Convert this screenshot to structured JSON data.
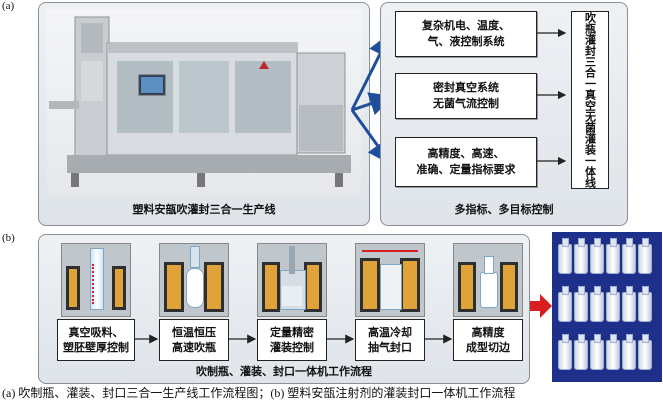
{
  "part_a": {
    "label": "(a)",
    "photo_caption": "塑料安瓿吹灌封三合一生产线",
    "features": [
      "复杂机电、温度、\n气、液控制系统",
      "密封真空系统\n无菌气流控制",
      "高精度、高速、\n准确、定量指标要求"
    ],
    "feature_caption": "多指标、多目标控制",
    "summary": "吹瓶灌封三合一真空无菌灌装一体线"
  },
  "part_b": {
    "label": "(b)",
    "steps": [
      "真空吸料、\n塑胚壁厚控制",
      "恒温恒压\n高速吹瓶",
      "定量精密\n灌装控制",
      "高温冷却\n抽气封口",
      "高精度\n成型切边"
    ],
    "flow_caption": "吹制瓶、灌装、封口一体机工作流程"
  },
  "footer_caption": "(a) 吹制瓶、灌装、封口三合一生产线工作流程图；(b) 塑料安瓿注射剂的灌装封口一体机工作流程",
  "colors": {
    "arrow": "#1f4e9c",
    "red_arrow": "#d81e1e",
    "mold": "#e0a33a"
  }
}
